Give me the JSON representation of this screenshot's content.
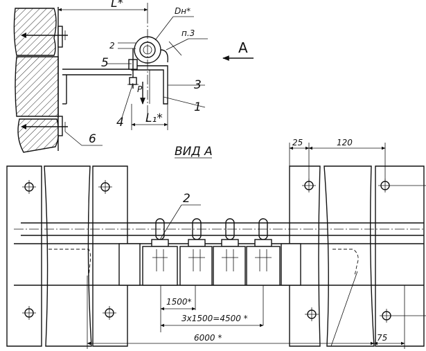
{
  "dimensions": {
    "L": "L*",
    "Dn": "Dн*",
    "p3": "п.3",
    "small_gap": "2",
    "L1": "L₁*",
    "view_side": "25",
    "view_top": "120",
    "pitch": "1500*",
    "span": "3x1500=4500 *",
    "total": "6000 *",
    "end": "75"
  },
  "labels": {
    "view_arrow": "A",
    "view_title": "ВИД А",
    "force": "P"
  },
  "callouts": [
    "1",
    "2",
    "3",
    "4",
    "5",
    "6"
  ]
}
